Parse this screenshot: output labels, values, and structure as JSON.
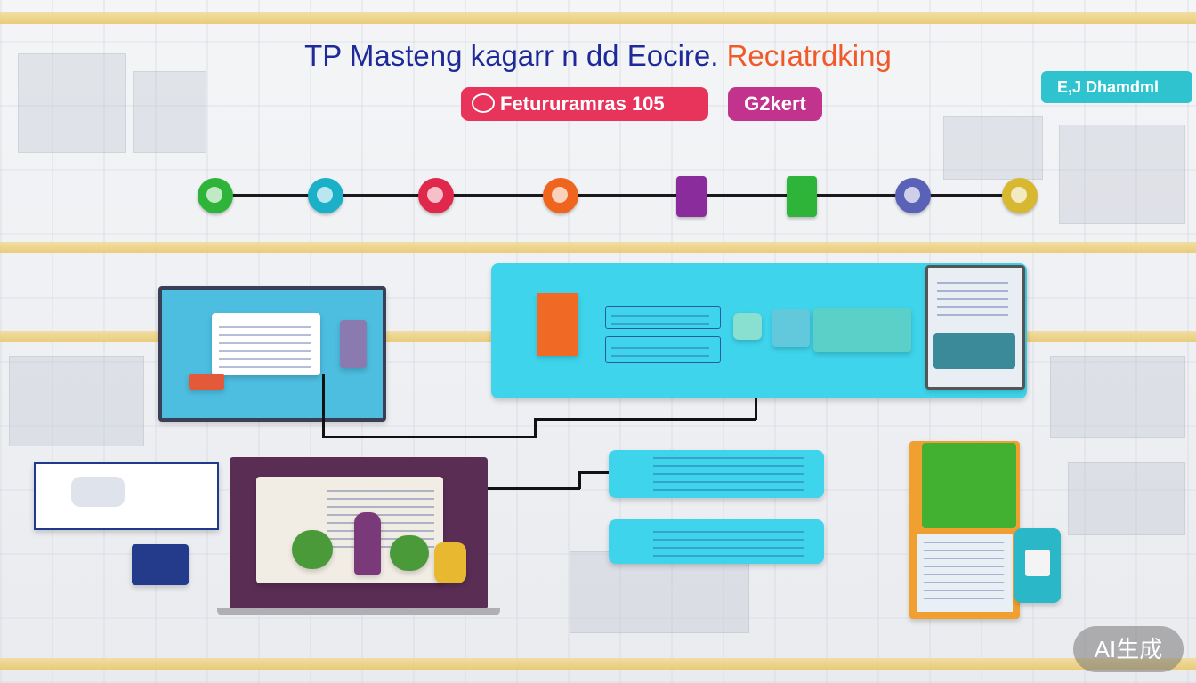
{
  "header": {
    "title_part1": "TP  Masteng kagarr n dd Eocire.",
    "title_part2": "Recıatrdking"
  },
  "badges": {
    "primary": "Fetururamras 105",
    "secondary": "G2kert",
    "corner": "E,J Dhamdml"
  },
  "timeline": {
    "nodes": [
      {
        "icon": "leaf-icon",
        "color": "#2fb43a"
      },
      {
        "icon": "globe-icon",
        "color": "#1ab0c8"
      },
      {
        "icon": "chat-icon",
        "color": "#e0284d"
      },
      {
        "icon": "flame-icon",
        "color": "#f0651e"
      },
      {
        "icon": "document-icon",
        "color": "#8a2c9c"
      },
      {
        "icon": "chart-icon",
        "color": "#2fb43a"
      },
      {
        "icon": "shield-icon",
        "color": "#5a62b8"
      },
      {
        "icon": "arrow-icon",
        "color": "#d8b830"
      }
    ]
  },
  "watermark": "AI生成"
}
